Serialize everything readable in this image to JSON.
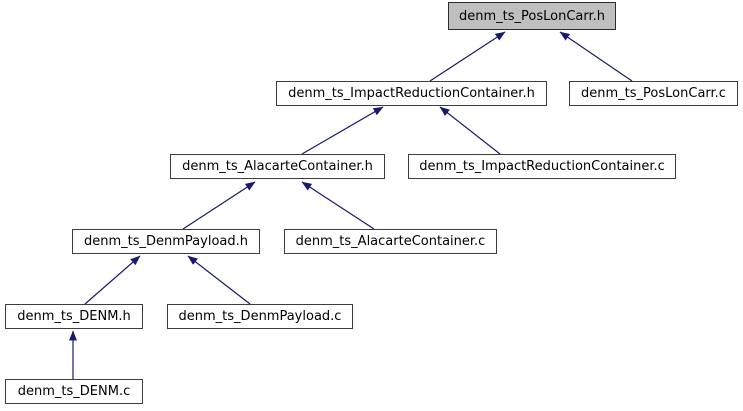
{
  "graph": {
    "type": "include-dependency-graph",
    "root_file": "denm_ts_PosLonCarr.h",
    "colors": {
      "edge": "#191970",
      "node_fill": "#ffffff",
      "root_node_fill": "#bfbfbf",
      "node_border": "#3d3d3d",
      "text": "#000000",
      "background": "#ffffff"
    },
    "nodes": [
      {
        "label": "denm_ts_PosLonCarr.h",
        "current": true
      },
      {
        "label": "denm_ts_ImpactReductionContainer.h",
        "current": false
      },
      {
        "label": "denm_ts_PosLonCarr.c",
        "current": false
      },
      {
        "label": "denm_ts_AlacarteContainer.h",
        "current": false
      },
      {
        "label": "denm_ts_ImpactReductionContainer.c",
        "current": false
      },
      {
        "label": "denm_ts_DenmPayload.h",
        "current": false
      },
      {
        "label": "denm_ts_AlacarteContainer.c",
        "current": false
      },
      {
        "label": "denm_ts_DENM.h",
        "current": false
      },
      {
        "label": "denm_ts_DenmPayload.c",
        "current": false
      },
      {
        "label": "denm_ts_DENM.c",
        "current": false
      }
    ],
    "edges": [
      {
        "from": "denm_ts_ImpactReductionContainer.h",
        "to": "denm_ts_PosLonCarr.h"
      },
      {
        "from": "denm_ts_PosLonCarr.c",
        "to": "denm_ts_PosLonCarr.h"
      },
      {
        "from": "denm_ts_AlacarteContainer.h",
        "to": "denm_ts_ImpactReductionContainer.h"
      },
      {
        "from": "denm_ts_ImpactReductionContainer.c",
        "to": "denm_ts_ImpactReductionContainer.h"
      },
      {
        "from": "denm_ts_DenmPayload.h",
        "to": "denm_ts_AlacarteContainer.h"
      },
      {
        "from": "denm_ts_AlacarteContainer.c",
        "to": "denm_ts_AlacarteContainer.h"
      },
      {
        "from": "denm_ts_DENM.h",
        "to": "denm_ts_DenmPayload.h"
      },
      {
        "from": "denm_ts_DenmPayload.c",
        "to": "denm_ts_DenmPayload.h"
      },
      {
        "from": "denm_ts_DENM.c",
        "to": "denm_ts_DENM.h"
      }
    ]
  }
}
